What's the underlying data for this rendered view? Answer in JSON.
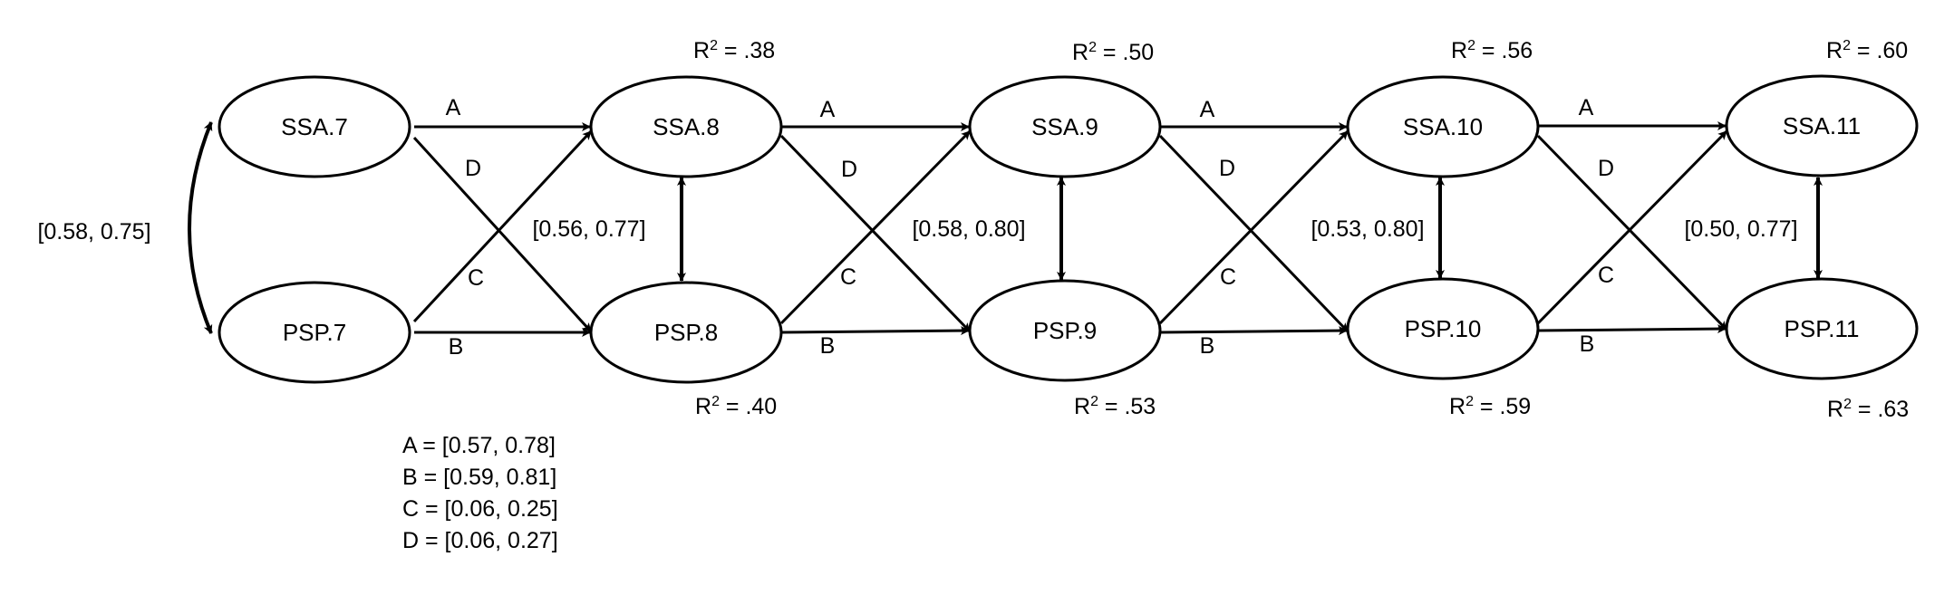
{
  "nodes": {
    "ssa7": "SSA.7",
    "ssa8": "SSA.8",
    "ssa9": "SSA.9",
    "ssa10": "SSA.10",
    "ssa11": "SSA.11",
    "psp7": "PSP.7",
    "psp8": "PSP.8",
    "psp9": "PSP.9",
    "psp10": "PSP.10",
    "psp11": "PSP.11"
  },
  "path_labels": {
    "a": "A",
    "b": "B",
    "c": "C",
    "d": "D"
  },
  "correlations": {
    "t7": "[0.58, 0.75]",
    "t8": "[0.56, 0.77]",
    "t9": "[0.58, 0.80]",
    "t10": "[0.53, 0.80]",
    "t11": "[0.50, 0.77]"
  },
  "r_squared": {
    "prefix": "R",
    "exponent": "2",
    "ssa8": " = .38",
    "ssa9": " = .50",
    "ssa10": " = .56",
    "ssa11": " = .60",
    "psp8": " = .40",
    "psp9": " = .53",
    "psp10": " = .59",
    "psp11": " = .63"
  },
  "legend": [
    "A = [0.57, 0.78]",
    "B = [0.59, 0.81]",
    "C = [0.06, 0.25]",
    "D = [0.06, 0.27]"
  ]
}
